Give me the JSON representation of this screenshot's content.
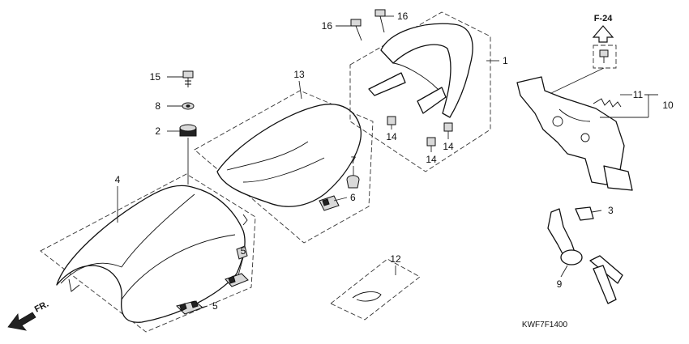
{
  "diagram_code": "KWF7F1400",
  "reference": "F-24",
  "front_label": "FR.",
  "callouts": {
    "c1": "1",
    "c2": "2",
    "c3": "3",
    "c4": "4",
    "c5a": "5",
    "c5b": "5",
    "c6": "6",
    "c7": "7",
    "c8": "8",
    "c9": "9",
    "c10": "10",
    "c11": "11",
    "c12": "12",
    "c13": "13",
    "c14a": "14",
    "c14b": "14",
    "c14c": "14",
    "c15": "15",
    "c16a": "16",
    "c16b": "16"
  }
}
